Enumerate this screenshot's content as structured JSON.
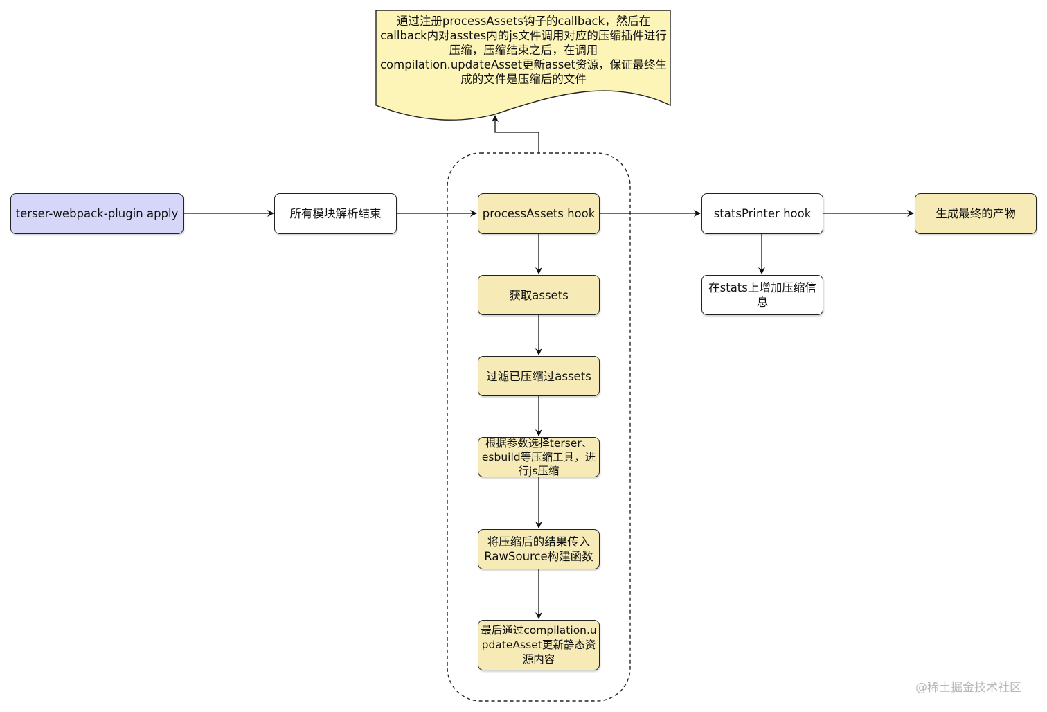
{
  "diagram": {
    "note": "通过注册processAssets钩子的callback，然后在callback内对asstes内的js文件调用对应的压缩插件进行压缩，压缩结束之后，在调用compilation.updateAsset更新asset资源，保证最终生成的文件是压缩后的文件",
    "nodes": {
      "plugin_apply": "terser-webpack-plugin apply",
      "modules_done": "所有模块解析结束",
      "process_assets": "processAssets hook",
      "get_assets": "获取assets",
      "filter_assets": "过滤已压缩过assets",
      "compress": "根据参数选择terser、esbuild等压缩工具，进行js压缩",
      "raw_source": "将压缩后的结果传入RawSource构建函数",
      "update_asset": "最后通过compilation.updateAsset更新静态资源内容",
      "stats_printer": "statsPrinter hook",
      "stats_info": "在stats上增加压缩信息",
      "final_output": "生成最终的产物"
    },
    "colors": {
      "yellow": "#f6ebb7",
      "purple": "#d6d7f8",
      "note": "#fdf5b8",
      "white": "#ffffff",
      "stroke": "#222222"
    }
  },
  "watermark": "@稀土掘金技术社区"
}
